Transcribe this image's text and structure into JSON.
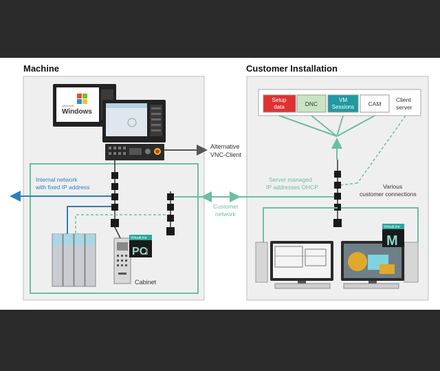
{
  "sections": {
    "machine": "Machine",
    "customer": "Customer Installation"
  },
  "monitor_windows": {
    "brand": "Windows",
    "small": "Microsoft"
  },
  "client_server": {
    "label_line1": "Client",
    "label_line2": "server",
    "boxes": [
      {
        "line1": "Setup",
        "line2": "data",
        "color": "#e03131"
      },
      {
        "line1": "DNC",
        "line2": "",
        "color": "#c9e4c2"
      },
      {
        "line1": "VM",
        "line2": "Sessions",
        "color": "#1f9aa0"
      },
      {
        "line1": "CAM",
        "line2": "",
        "color": "#ffffff"
      }
    ]
  },
  "labels": {
    "alternative_line1": "Alternative",
    "alternative_line2": "VNC-Client",
    "internal_line1": "Internal network",
    "internal_line2": "with fixed IP address",
    "server_line1": "Server managed",
    "server_line2": "IP addresses DHCP",
    "customer_net_line1": "Customer",
    "customer_net_line2": "network",
    "various_line1": "Various",
    "various_line2": "customer connections",
    "cabinet": "Cabinet"
  },
  "pcbox": {
    "brand": "VirtualLine",
    "letters": "PC",
    "suffix": "Box"
  },
  "vl_logo": {
    "brand": "VirtualLine",
    "letter": "M"
  },
  "colors": {
    "teal": "#6bbf9f",
    "blue": "#2c7fc0",
    "gray_arrow": "#555555",
    "panel_bg": "#efefef",
    "dark": "#1a1a1a"
  }
}
